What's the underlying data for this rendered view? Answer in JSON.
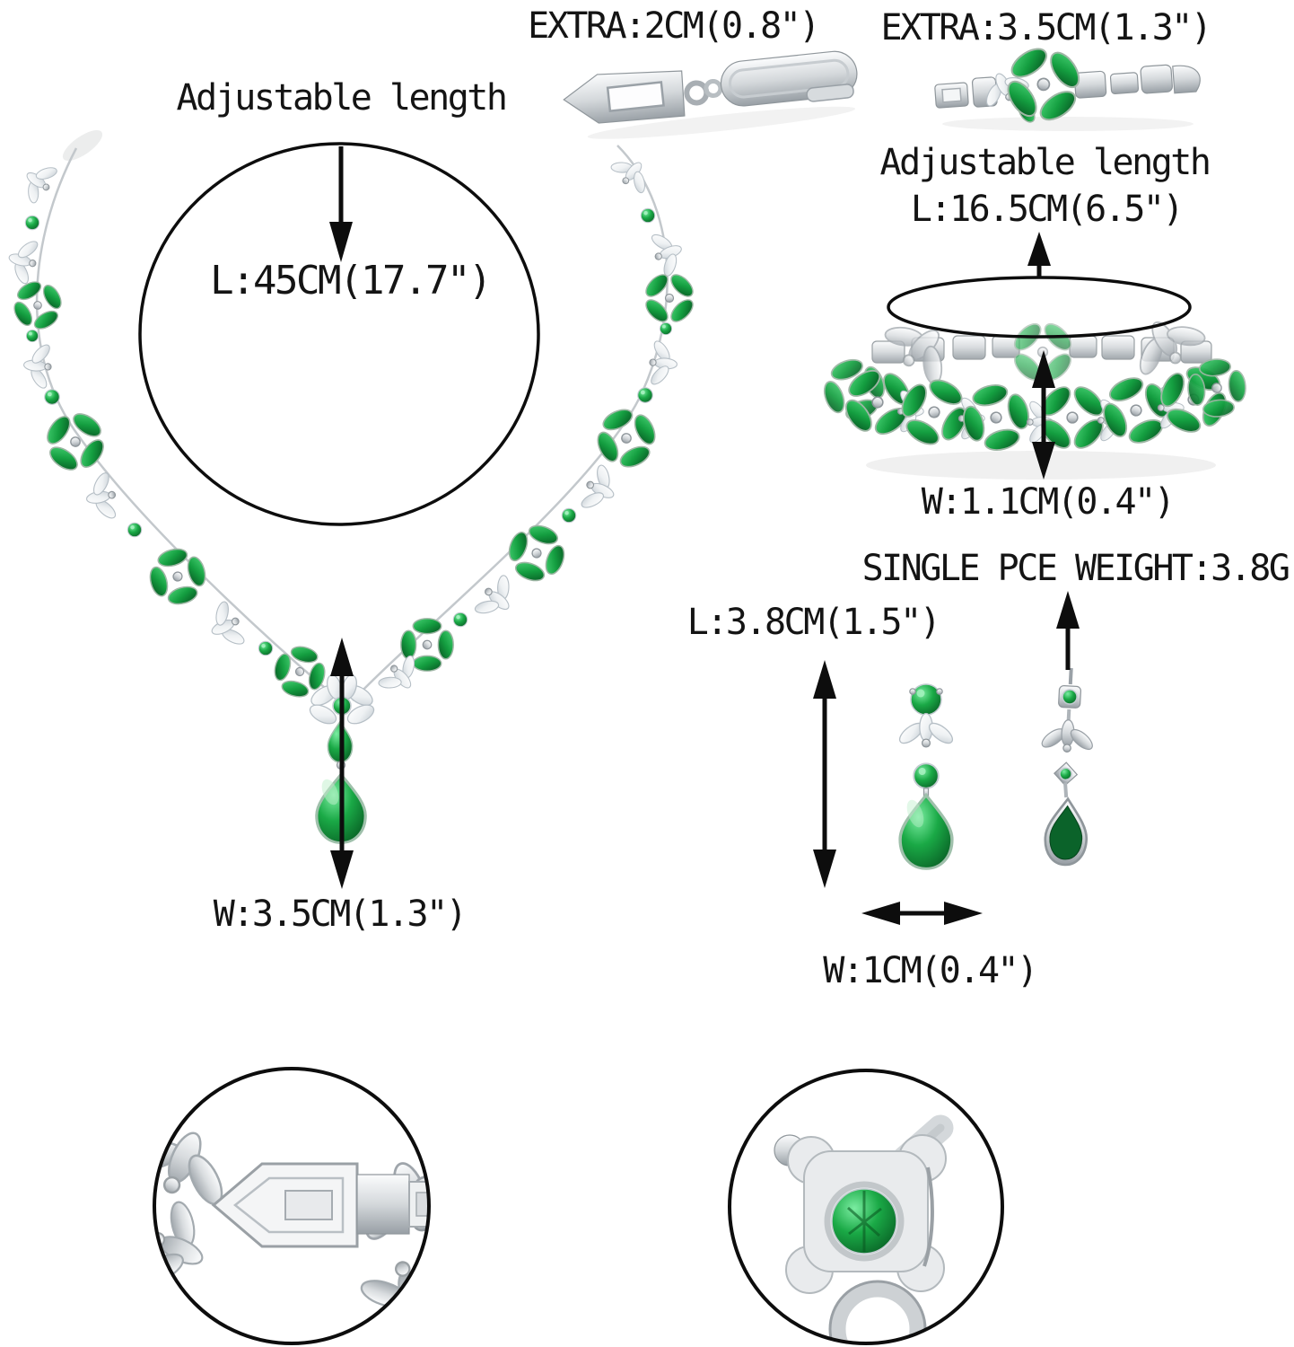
{
  "title": "Jewelry set size diagram",
  "background": "#ffffff",
  "colors": {
    "stone_green": "#129b3d",
    "stone_white": "#eef0f2",
    "metal_silver": "#c9cdd0",
    "annotation_black": "#0d0d0d"
  },
  "items": {
    "necklace": {
      "adjustable_label": "Adjustable length",
      "length": "L:45CM(17.7\")",
      "pendant_width": "W:3.5CM(1.3\")",
      "extender": "EXTRA:2CM(0.8\")"
    },
    "bracelet": {
      "extender": "EXTRA:3.5CM(1.3\")",
      "adjustable_label": "Adjustable length",
      "length": "L:16.5CM(6.5\")",
      "width": "W:1.1CM(0.4\")"
    },
    "earrings": {
      "single_piece_weight": "SINGLE PCE WEIGHT:3.8G",
      "length": "L:3.8CM(1.5\")",
      "width": "W:1CM(0.4\")"
    }
  }
}
